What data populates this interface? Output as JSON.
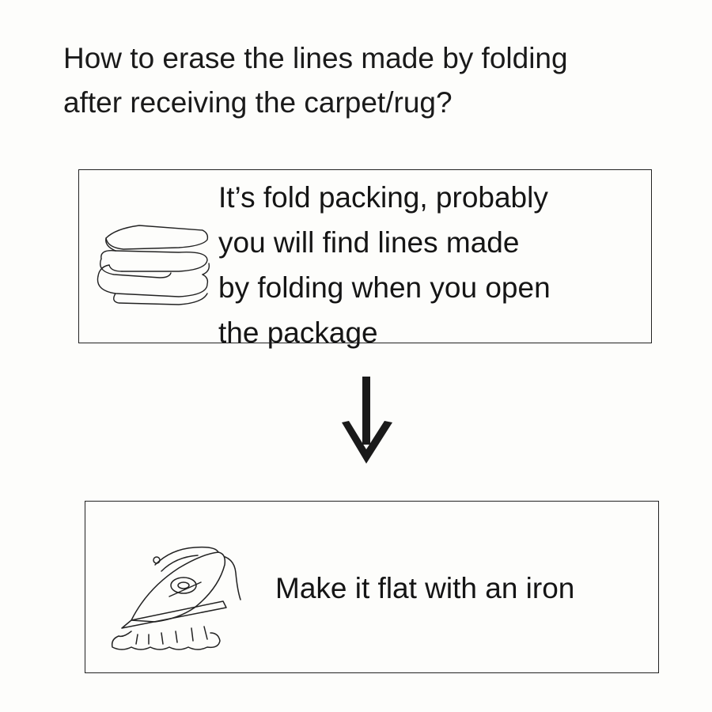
{
  "heading": {
    "line1": "How to erase the lines made by folding",
    "line2": "after receiving the carpet/rug?"
  },
  "step1": {
    "icon": "folded-carpet-icon",
    "lines": [
      "It’s fold packing, probably",
      "you will find lines made",
      "by folding when you open",
      "the package"
    ]
  },
  "step2": {
    "icon": "iron-icon",
    "text": "Make it flat with an iron"
  },
  "connector": {
    "icon": "arrow-down-icon"
  },
  "colors": {
    "background": "#fdfdfb",
    "ink": "#111111"
  }
}
